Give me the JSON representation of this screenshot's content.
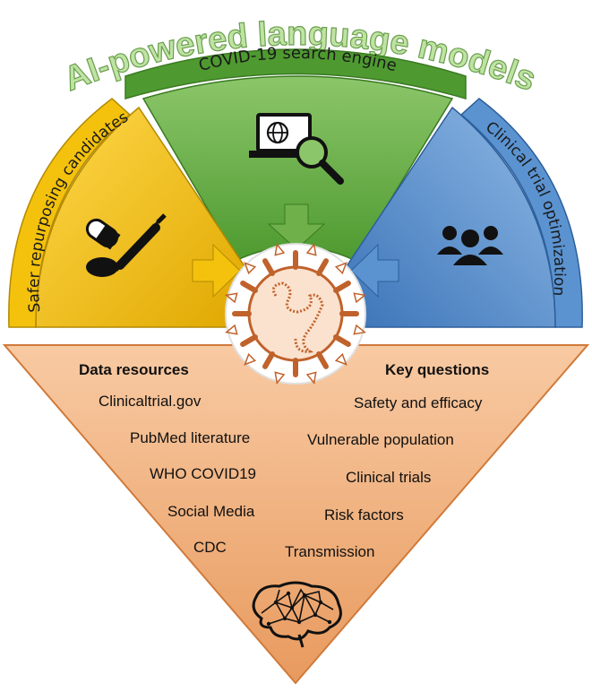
{
  "title": "AI-powered language models",
  "sectors": {
    "top": {
      "label": "COVID-19 search engine",
      "icon": "laptop-search-icon",
      "color": "#6fb04a"
    },
    "left": {
      "label": "Safer repurposing candidates",
      "icon": "pills-syringe-icon",
      "color": "#f0c010"
    },
    "right": {
      "label": "Clinical trial optimization",
      "icon": "people-group-icon",
      "color": "#4f88c6"
    }
  },
  "center": {
    "icon": "coronavirus-icon"
  },
  "data_resources": {
    "heading": "Data resources",
    "items": [
      "Clinicaltrial.gov",
      "PubMed literature",
      "WHO COVID19",
      "Social Media",
      "CDC"
    ]
  },
  "key_questions": {
    "heading": "Key questions",
    "items": [
      "Safety and efficacy",
      "Vulnerable population",
      "Clinical trials",
      "Risk factors",
      "Transmission"
    ]
  },
  "bottom": {
    "icon": "brain-network-icon",
    "color": "#f4b183"
  }
}
